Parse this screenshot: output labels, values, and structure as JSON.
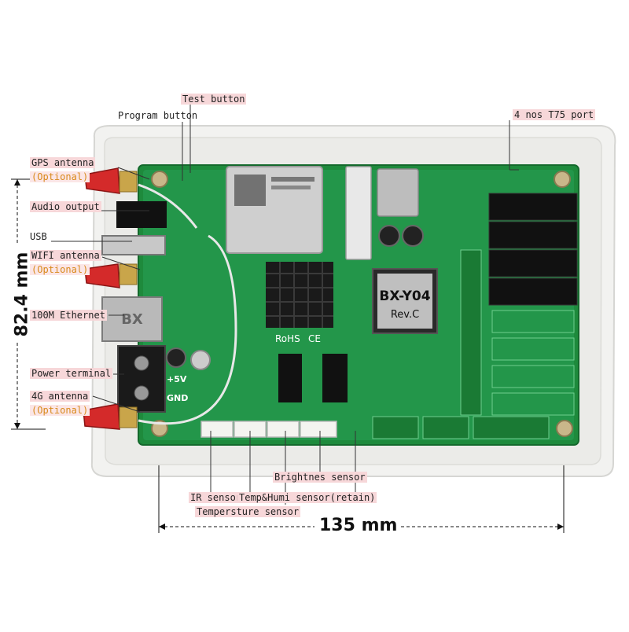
{
  "dimensions": {
    "height_label": "82.4 mm",
    "width_label": "135 mm"
  },
  "labels": {
    "test_button": "Test button",
    "program_button": "Program button",
    "gps_antenna": "GPS antenna",
    "audio_output": "Audio output",
    "usb": "USB",
    "wifi_antenna": "WIFI antenna",
    "ethernet": "100M Ethernet",
    "power_terminal": "Power terminal",
    "g4_antenna": "4G antenna",
    "t75_port": "4 nos T75 port",
    "brightness_sensor": "Brightnes sensor",
    "ir_sensor": "IR sensor",
    "temp_humi_sensor": "Temp&Humi sensor(retain)",
    "temperature_sensor": "Tempersture sensor",
    "optional": "(Optional)"
  },
  "board_text": {
    "model": "BX-Y04",
    "revision": "Rev.C",
    "rohs": "RoHS",
    "ce": "CE",
    "v5": "+5V",
    "gnd": "GND",
    "brand": "BX"
  }
}
